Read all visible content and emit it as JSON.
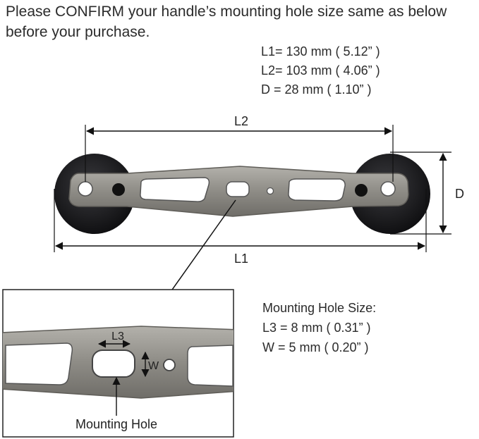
{
  "headline": {
    "line1": "Please CONFIRM your handle’s mounting hole size same as below",
    "line2": "before your purchase."
  },
  "specs": {
    "l1": "L1= 130 mm ( 5.12” )",
    "l2": "L2= 103 mm ( 4.06” )",
    "d": "D = 28 mm ( 1.10” )"
  },
  "dimension_labels": {
    "l2": "L2",
    "l1": "L1",
    "d": "D",
    "l3": "L3",
    "w": "W"
  },
  "mounting": {
    "title": "Mounting Hole Size:",
    "l3": "L3 = 8 mm ( 0.31” )",
    "w": "W = 5 mm ( 0.20” )",
    "callout": "Mounting Hole"
  },
  "colors": {
    "arm": "#8f8d88",
    "arm_dark": "#5e5c58",
    "knob": "#1c1c1e",
    "line": "#111111"
  }
}
